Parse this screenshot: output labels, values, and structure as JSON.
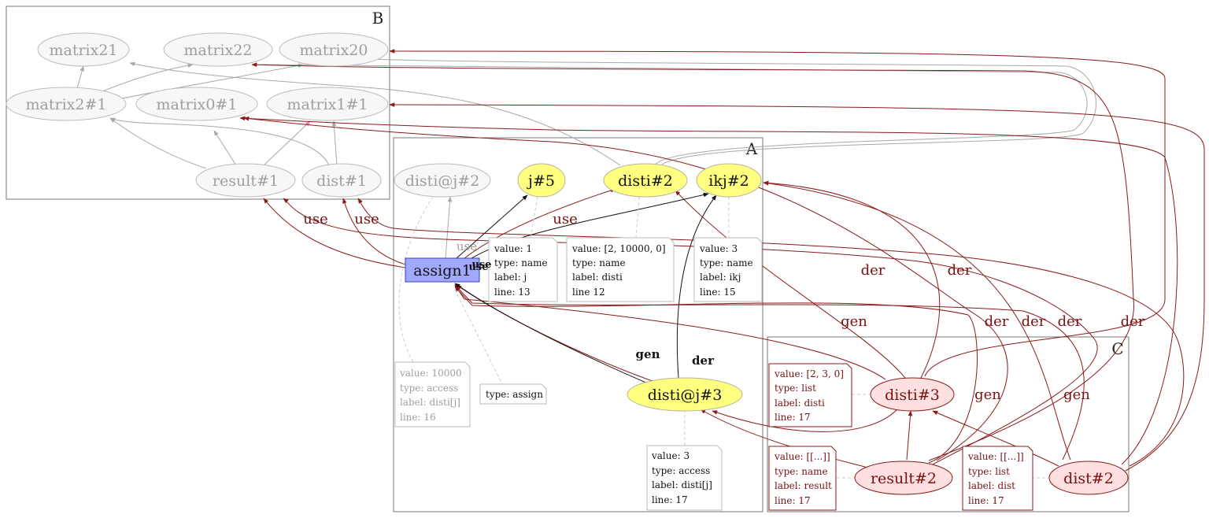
{
  "clusters": {
    "B": {
      "title": "B"
    },
    "A": {
      "title": "A"
    },
    "C": {
      "title": "C"
    }
  },
  "nodes": {
    "matrix21": {
      "label": "matrix21"
    },
    "matrix22": {
      "label": "matrix22"
    },
    "matrix20": {
      "label": "matrix20"
    },
    "matrix2_1": {
      "label": "matrix2#1"
    },
    "matrix0_1": {
      "label": "matrix0#1"
    },
    "matrix1_1": {
      "label": "matrix1#1"
    },
    "result_1": {
      "label": "result#1"
    },
    "dist_1": {
      "label": "dist#1"
    },
    "disti_j_2": {
      "label": "disti@j#2"
    },
    "j_5": {
      "label": "j#5"
    },
    "disti_2": {
      "label": "disti#2"
    },
    "ikj_2": {
      "label": "ikj#2"
    },
    "assign1": {
      "label": "assign1"
    },
    "disti_j_3": {
      "label": "disti@j#3"
    },
    "disti_3": {
      "label": "disti#3"
    },
    "result_2": {
      "label": "result#2"
    },
    "dist_2": {
      "label": "dist#2"
    }
  },
  "notes": {
    "j5_note": {
      "lines": [
        "value: 1",
        "type:  name",
        "label:  j",
        "line:    13"
      ]
    },
    "disti2_note": {
      "lines": [
        "value: [2, 10000, 0]",
        "type:  name",
        "label:  disti",
        "line    12"
      ]
    },
    "ikj2_note": {
      "lines": [
        "value: 3",
        "type:  name",
        "label:  ikj",
        "line:    15"
      ]
    },
    "distij2_note": {
      "lines": [
        "value: 10000",
        "type:  access",
        "label:  disti[j]",
        "line:    16"
      ]
    },
    "assign_note": {
      "lines": [
        "type: assign"
      ]
    },
    "distij3_note": {
      "lines": [
        "value: 3",
        "type:  access",
        "label:  disti[j]",
        "line:    17"
      ]
    },
    "disti3_note": {
      "lines": [
        "value: [2, 3, 0]",
        "type:  list",
        "label:  disti",
        "line:    17"
      ]
    },
    "result2_note": {
      "lines": [
        "value: [[...]]",
        "type:  name",
        "label:  result",
        "line:    17"
      ]
    },
    "dist2_note": {
      "lines": [
        "value: [[...]]",
        "type:  list",
        "label:  dist",
        "line:    17"
      ]
    }
  },
  "edge_labels": {
    "use_result1": "use",
    "use_dist1": "use",
    "use_disti2": "use",
    "use_gray": "use",
    "use_small1": "use",
    "use_small2": "use",
    "gen_black": "gen",
    "der_black": "der",
    "der_1": "der",
    "der_2": "der",
    "gen_1": "gen",
    "der_3": "der",
    "der_4": "der",
    "der_5": "der",
    "der_6": "der",
    "gen_2": "gen",
    "gen_3": "gen"
  },
  "colors": {
    "gray_stroke": "#a8a8a8",
    "gray_text": "#9e9e9e",
    "gray_fill": "#f7f7f7",
    "yellow_fill": "#ffff80",
    "yellow_stroke": "#b5b5a0",
    "blue_fill": "#a0a8ff",
    "blue_stroke": "#3a3fcc",
    "pink_fill": "#ffe0e0",
    "dark_red": "#8b1a1a",
    "black": "#111111"
  }
}
